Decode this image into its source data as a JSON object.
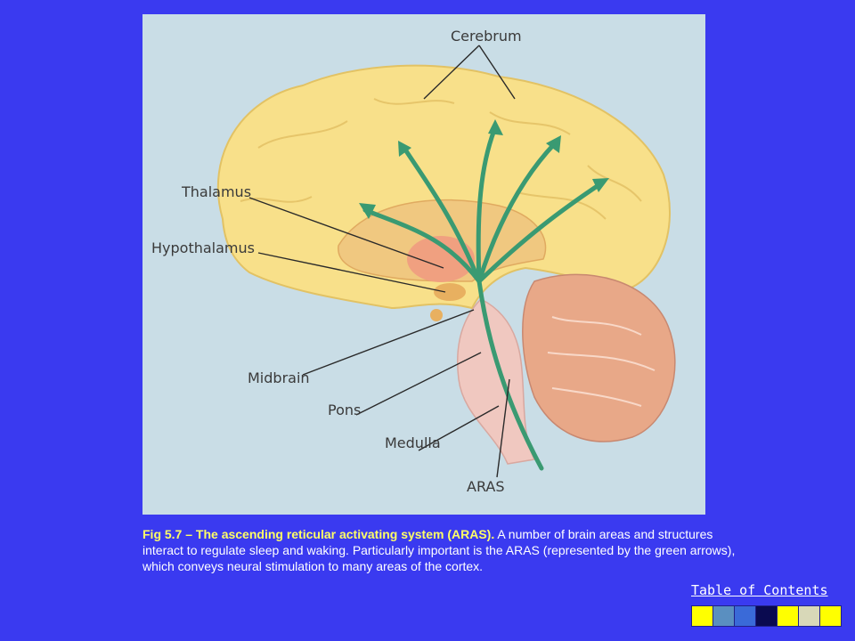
{
  "figure": {
    "labels": {
      "cerebrum": "Cerebrum",
      "thalamus": "Thalamus",
      "hypothalamus": "Hypothalamus",
      "midbrain": "Midbrain",
      "pons": "Pons",
      "medulla": "Medulla",
      "aras": "ARAS"
    }
  },
  "caption": {
    "lead": "Fig 5.7 – The ascending reticular activating system (ARAS).",
    "body": " A number of brain areas and structures interact to regulate sleep and waking. Particularly important is the ARAS (represented by the green arrows), which conveys neural stimulation to many areas of the cortex."
  },
  "nav": {
    "toc_label": "Table of Contents",
    "swatch_colors": [
      "#ffff00",
      "#5a8fc0",
      "#3a6ad8",
      "#0a0a50",
      "#ffff00",
      "#d8d8b8",
      "#ffff00"
    ]
  },
  "colors": {
    "background": "#3a3af0",
    "figure_bg": "#c9dde6",
    "cerebrum": "#f8e08a",
    "aras": "#3a9a72",
    "caption_lead": "#ffff66"
  }
}
